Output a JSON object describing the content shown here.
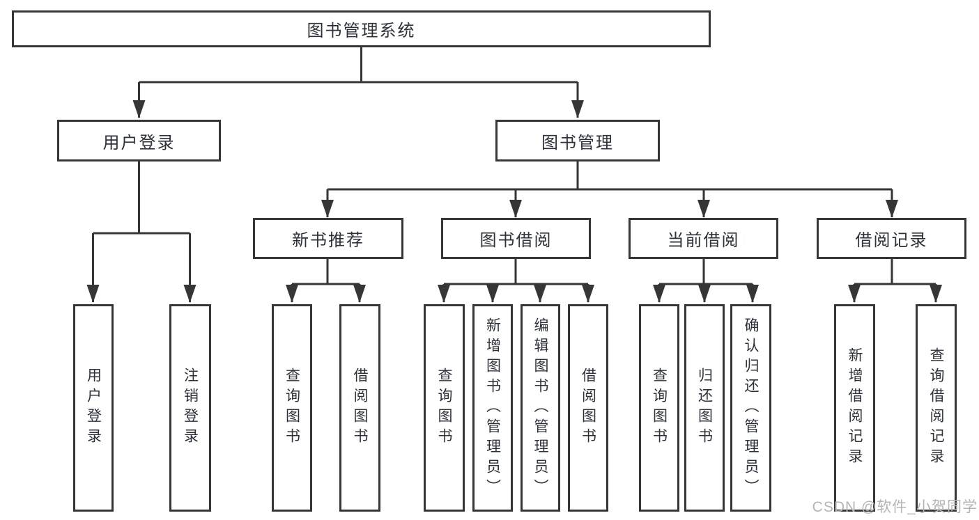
{
  "diagram": {
    "root": {
      "label": "图书管理系统"
    },
    "branches": [
      {
        "label": "用户登录",
        "leaves": [
          {
            "label": "用户登录"
          },
          {
            "label": "注销登录"
          }
        ]
      },
      {
        "label": "图书管理",
        "groups": [
          {
            "label": "新书推荐",
            "leaves": [
              {
                "label": "查询图书"
              },
              {
                "label": "借阅图书"
              }
            ]
          },
          {
            "label": "图书借阅",
            "leaves": [
              {
                "label": "查询图书"
              },
              {
                "label": "新增图书（管理员）"
              },
              {
                "label": "编辑图书（管理员）"
              },
              {
                "label": "借阅图书"
              }
            ]
          },
          {
            "label": "当前借阅",
            "leaves": [
              {
                "label": "查询图书"
              },
              {
                "label": "归还图书"
              },
              {
                "label": "确认归还（管理员）"
              }
            ]
          },
          {
            "label": "借阅记录",
            "leaves": [
              {
                "label": "新增借阅记录"
              },
              {
                "label": "查询借阅记录"
              }
            ]
          }
        ]
      }
    ]
  },
  "watermark": {
    "text": "CSDN @软件_小贺同学"
  },
  "colors": {
    "line": "#363636",
    "box_border": "#363636",
    "box_fill": "#ffffff",
    "text": "#2d313a",
    "watermark": "#b4b4b8"
  }
}
